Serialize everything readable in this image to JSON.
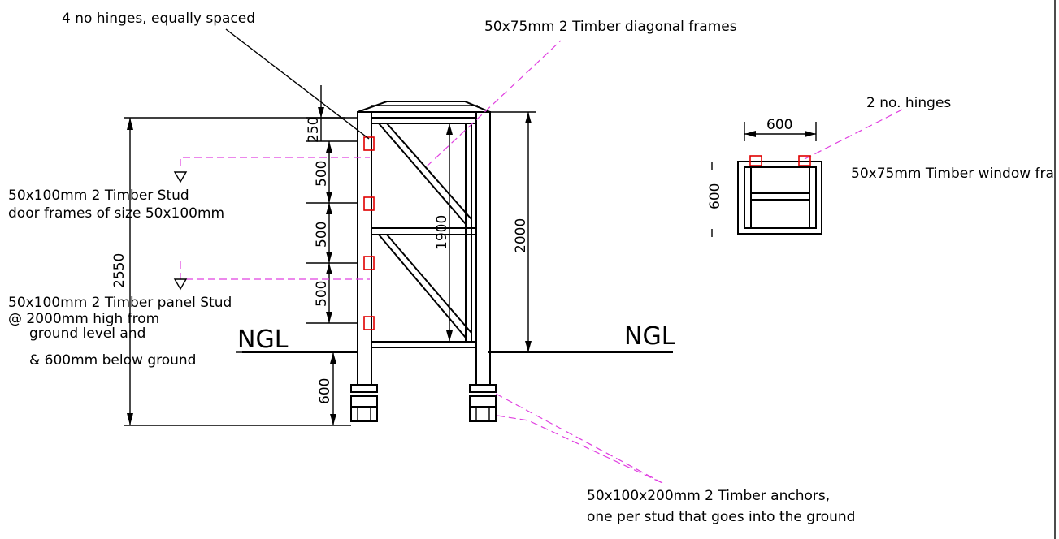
{
  "notes": {
    "hinges_gate": "4 no hinges, equally spaced",
    "diagonal_frames": "50x75mm 2 Timber diagonal frames",
    "hinges_window": "2 no. hinges",
    "window_frame": "50x75mm Timber window fra",
    "door_stud_line1": "50x100mm 2 Timber Stud",
    "door_stud_line2": "door frames of size 50x100mm",
    "panel_stud_line1": "50x100mm 2 Timber panel Stud",
    "panel_stud_line2": "@ 2000mm high from",
    "panel_stud_line3": "ground level and",
    "panel_stud_line4": "& 600mm below ground",
    "anchors_line1": "50x100x200mm 2 Timber anchors,",
    "anchors_line2": "one per stud that goes into the ground"
  },
  "ground": {
    "left_label": "NGL",
    "right_label": "NGL"
  },
  "dimensions": {
    "total_height": "2550",
    "top_segment": "250",
    "seg_1": "500",
    "seg_2": "500",
    "seg_3": "500",
    "below_ground": "600",
    "inner_frame_height": "1900",
    "gate_height": "2000",
    "window_width": "600",
    "window_height": "600"
  },
  "colors": {
    "linework": "#000000",
    "leader_lines": "#e040e0",
    "hinges": "#e00000"
  }
}
